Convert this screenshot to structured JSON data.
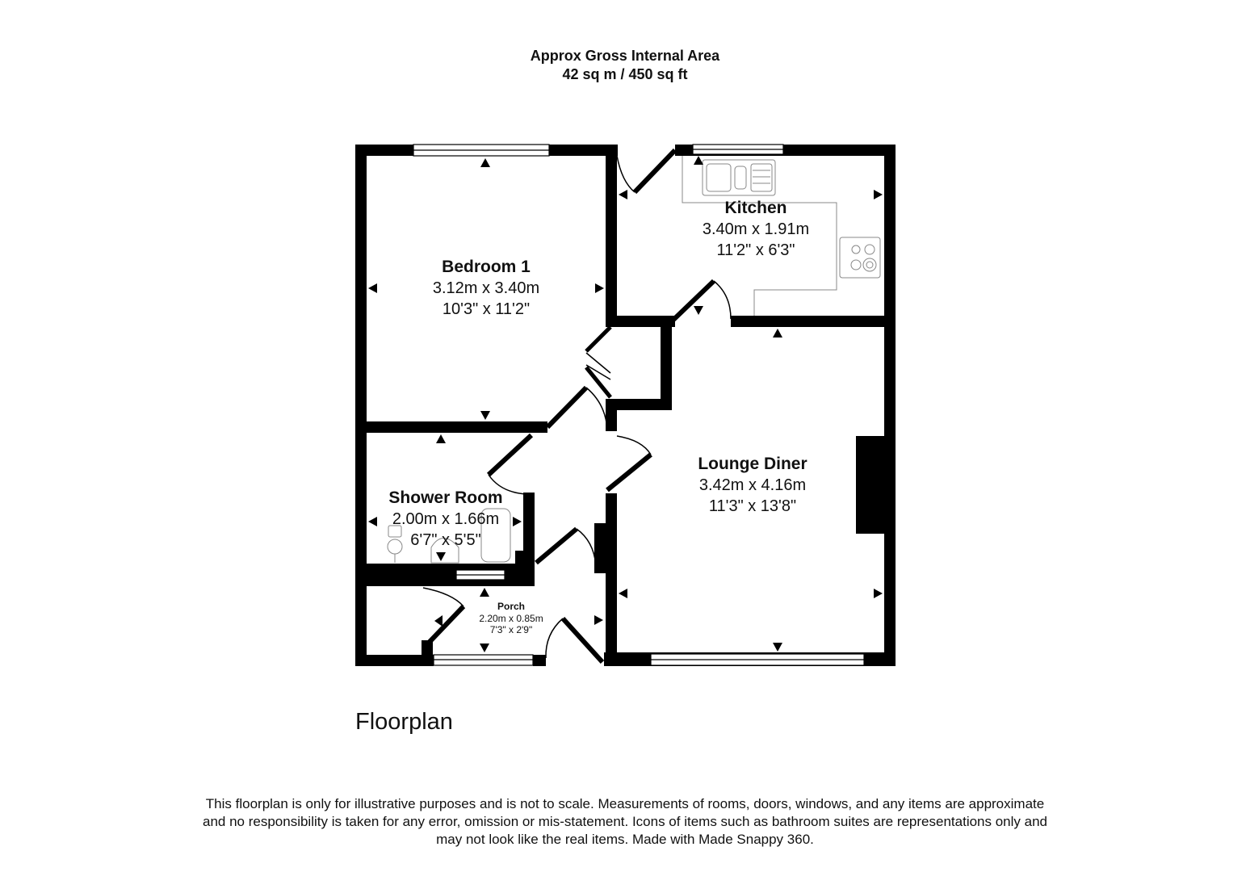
{
  "header": {
    "line1": "Approx Gross Internal Area",
    "line2": "42 sq m / 450 sq ft"
  },
  "rooms": {
    "bedroom1": {
      "name": "Bedroom 1",
      "metric": "3.12m x 3.40m",
      "imperial": "10'3\" x 11'2\""
    },
    "kitchen": {
      "name": "Kitchen",
      "metric": "3.40m x 1.91m",
      "imperial": "11'2\" x 6'3\""
    },
    "lounge_diner": {
      "name": "Lounge Diner",
      "metric": "3.42m x 4.16m",
      "imperial": "11'3\" x 13'8\""
    },
    "shower_room": {
      "name": "Shower Room",
      "metric": "2.00m x 1.66m",
      "imperial": "6'7\" x 5'5\""
    },
    "porch": {
      "name": "Porch",
      "metric": "2.20m x 0.85m",
      "imperial": "7'3\" x 2'9\""
    }
  },
  "floor_title": "Floorplan",
  "disclaimer": {
    "line1": "This floorplan is only for illustrative purposes and is not to scale. Measurements of rooms, doors, windows, and any items are approximate",
    "line2": "and no responsibility is taken for any error, omission or mis-statement. Icons of items such as bathroom suites are representations only and",
    "line3": "may not look like the real items. Made with Made Snappy 360."
  },
  "colors": {
    "wall": "#000000",
    "background": "#ffffff",
    "fixture_line": "#888888"
  }
}
